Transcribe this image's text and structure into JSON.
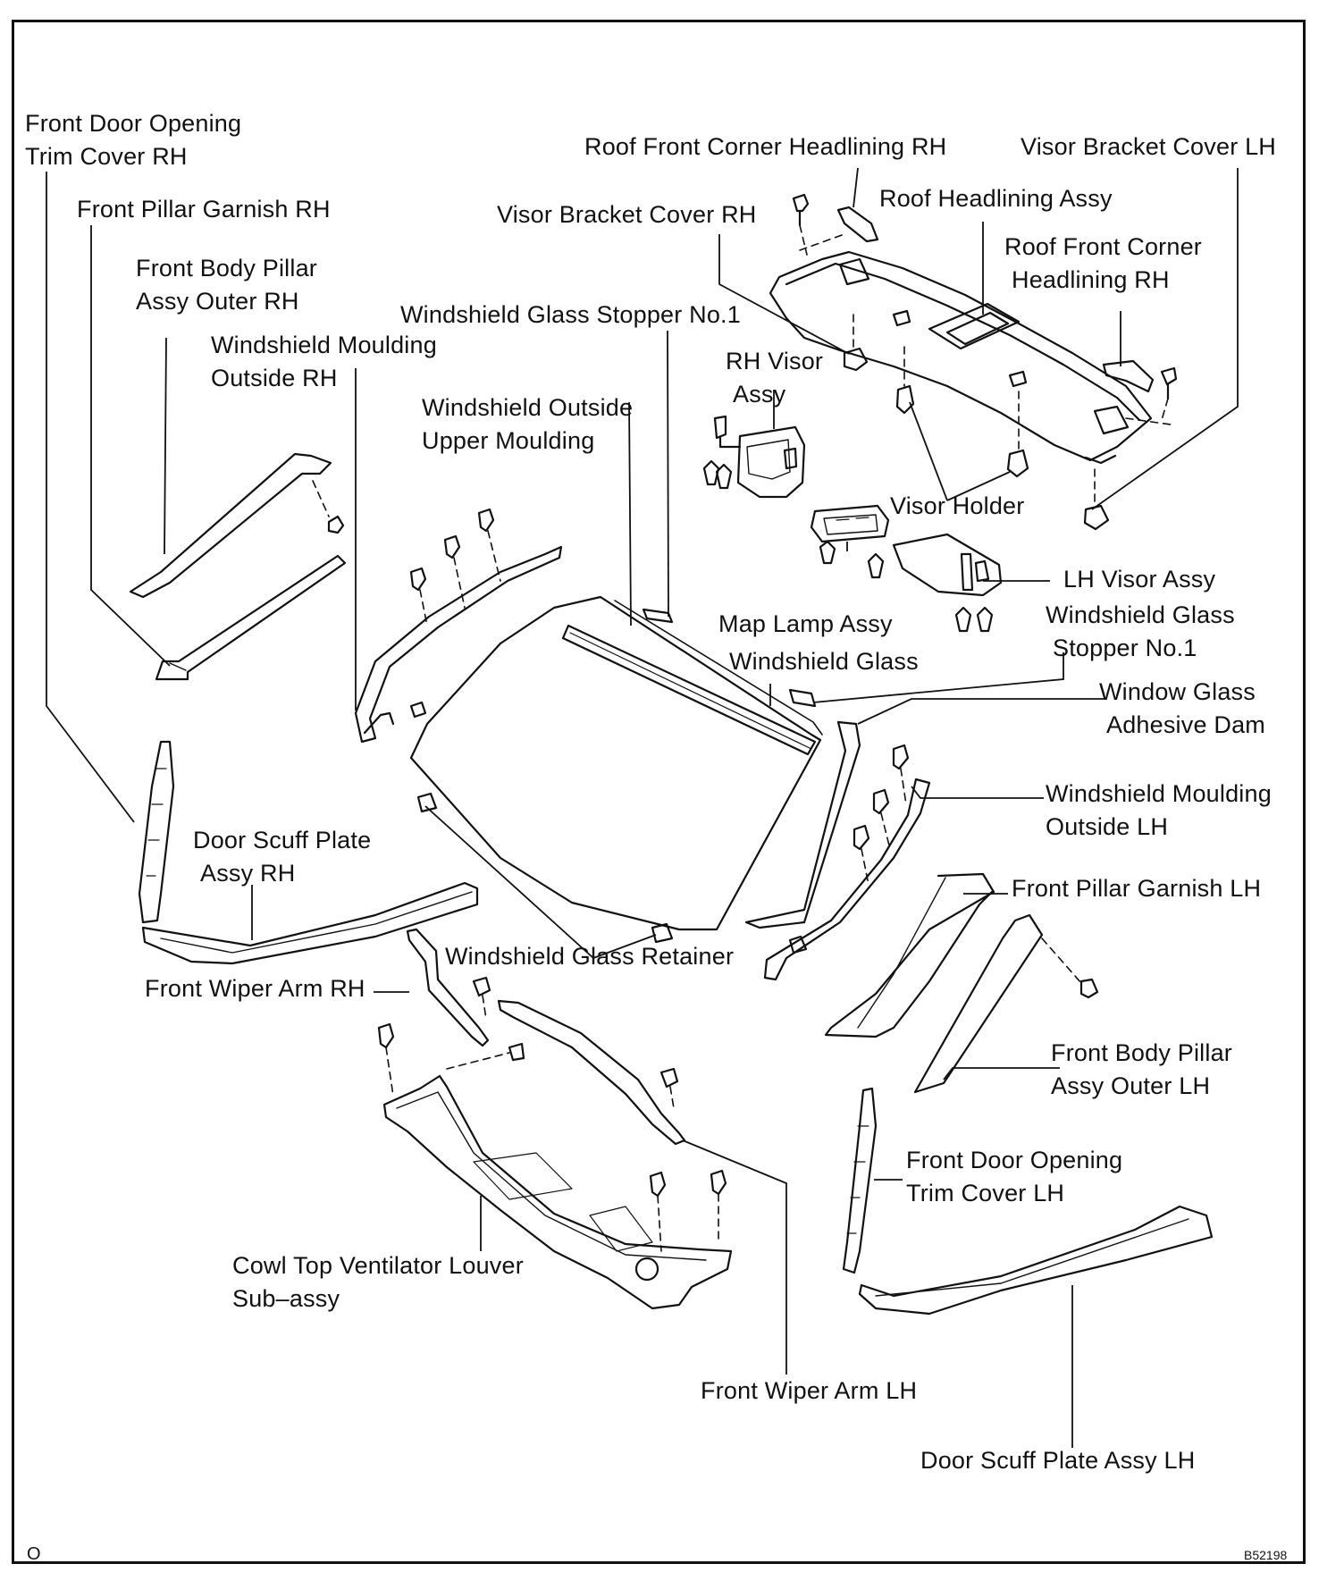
{
  "labels": {
    "front_door_opening_trim_rh": [
      "Front Door Opening",
      "Trim Cover RH"
    ],
    "front_pillar_garnish_rh": "Front Pillar Garnish RH",
    "front_body_pillar_outer_rh": [
      "Front Body Pillar",
      "Assy Outer RH"
    ],
    "windshield_moulding_outside_rh": [
      "Windshield  Moulding",
      "Outside RH"
    ],
    "windshield_glass_stopper_top": "Windshield Glass Stopper No.1",
    "windshield_outside_upper_moulding": [
      "Windshield  Outside",
      "Upper Moulding"
    ],
    "roof_front_corner_headlining_rh_top": "Roof Front Corner Headlining RH",
    "visor_bracket_cover_lh": "Visor Bracket Cover LH",
    "visor_bracket_cover_rh": "Visor Bracket Cover RH",
    "roof_headlining_assy": "Roof Headlining Assy",
    "roof_front_corner_headlining_rh_right": [
      "Roof Front Corner",
      "Headlining RH"
    ],
    "rh_visor_assy": [
      "RH Visor",
      "Assy"
    ],
    "visor_holder": "Visor Holder",
    "lh_visor_assy": "LH Visor Assy",
    "map_lamp_assy": "Map Lamp Assy",
    "windshield_glass_stopper_right": [
      "Windshield Glass",
      "Stopper No.1"
    ],
    "windshield_glass": "Windshield Glass",
    "window_glass_adhesive_dam": [
      "Window Glass",
      "Adhesive Dam"
    ],
    "windshield_moulding_outside_lh": [
      "Windshield  Moulding",
      "Outside LH"
    ],
    "door_scuff_plate_rh": [
      "Door Scuff Plate",
      "Assy RH"
    ],
    "front_pillar_garnish_lh": "Front Pillar Garnish LH",
    "windshield_glass_retainer": "Windshield Glass Retainer",
    "front_wiper_arm_rh": "Front Wiper Arm RH",
    "front_body_pillar_outer_lh": [
      "Front Body Pillar",
      "Assy Outer LH"
    ],
    "front_door_opening_trim_lh": [
      "Front  Door Opening",
      "Trim Cover LH"
    ],
    "cowl_top_ventilator_louver": [
      "Cowl Top Ventilator Louver",
      "Sub–assy"
    ],
    "front_wiper_arm_lh": "Front Wiper Arm LH",
    "door_scuff_plate_lh": "Door Scuff Plate Assy LH"
  },
  "corner_mark": "O",
  "figure_code": "B52198"
}
